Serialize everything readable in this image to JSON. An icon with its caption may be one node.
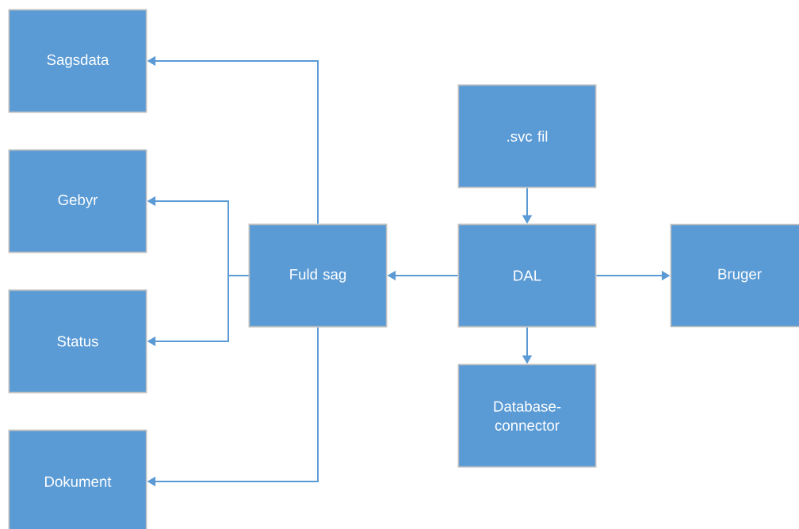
{
  "diagram": {
    "nodes": [
      {
        "text": [
          "Sagsdata"
        ]
      },
      {
        "text": [
          ".svc fil"
        ]
      },
      {
        "text": [
          "Gebyr"
        ]
      },
      {
        "text": [
          "Fuld sag"
        ]
      },
      {
        "text": [
          "DAL"
        ]
      },
      {
        "text": [
          "Bruger"
        ]
      },
      {
        "text": [
          "Status"
        ]
      },
      {
        "text": [
          "Database-connector"
        ]
      },
      {
        "text": [
          "Dokument"
        ]
      }
    ],
    "edges": [
      {
        "from": 3,
        "to": 0,
        "arrow": "to"
      },
      {
        "from": 3,
        "to": 2,
        "arrow": "to"
      },
      {
        "from": 3,
        "to": 6,
        "arrow": "to"
      },
      {
        "from": 3,
        "to": 8,
        "arrow": "to"
      },
      {
        "from": 4,
        "to": 3,
        "arrow": "to"
      },
      {
        "from": 1,
        "to": 4,
        "arrow": "to"
      },
      {
        "from": 4,
        "to": 5,
        "arrow": "to"
      },
      {
        "from": 4,
        "to": 7,
        "arrow": "to"
      }
    ]
  }
}
